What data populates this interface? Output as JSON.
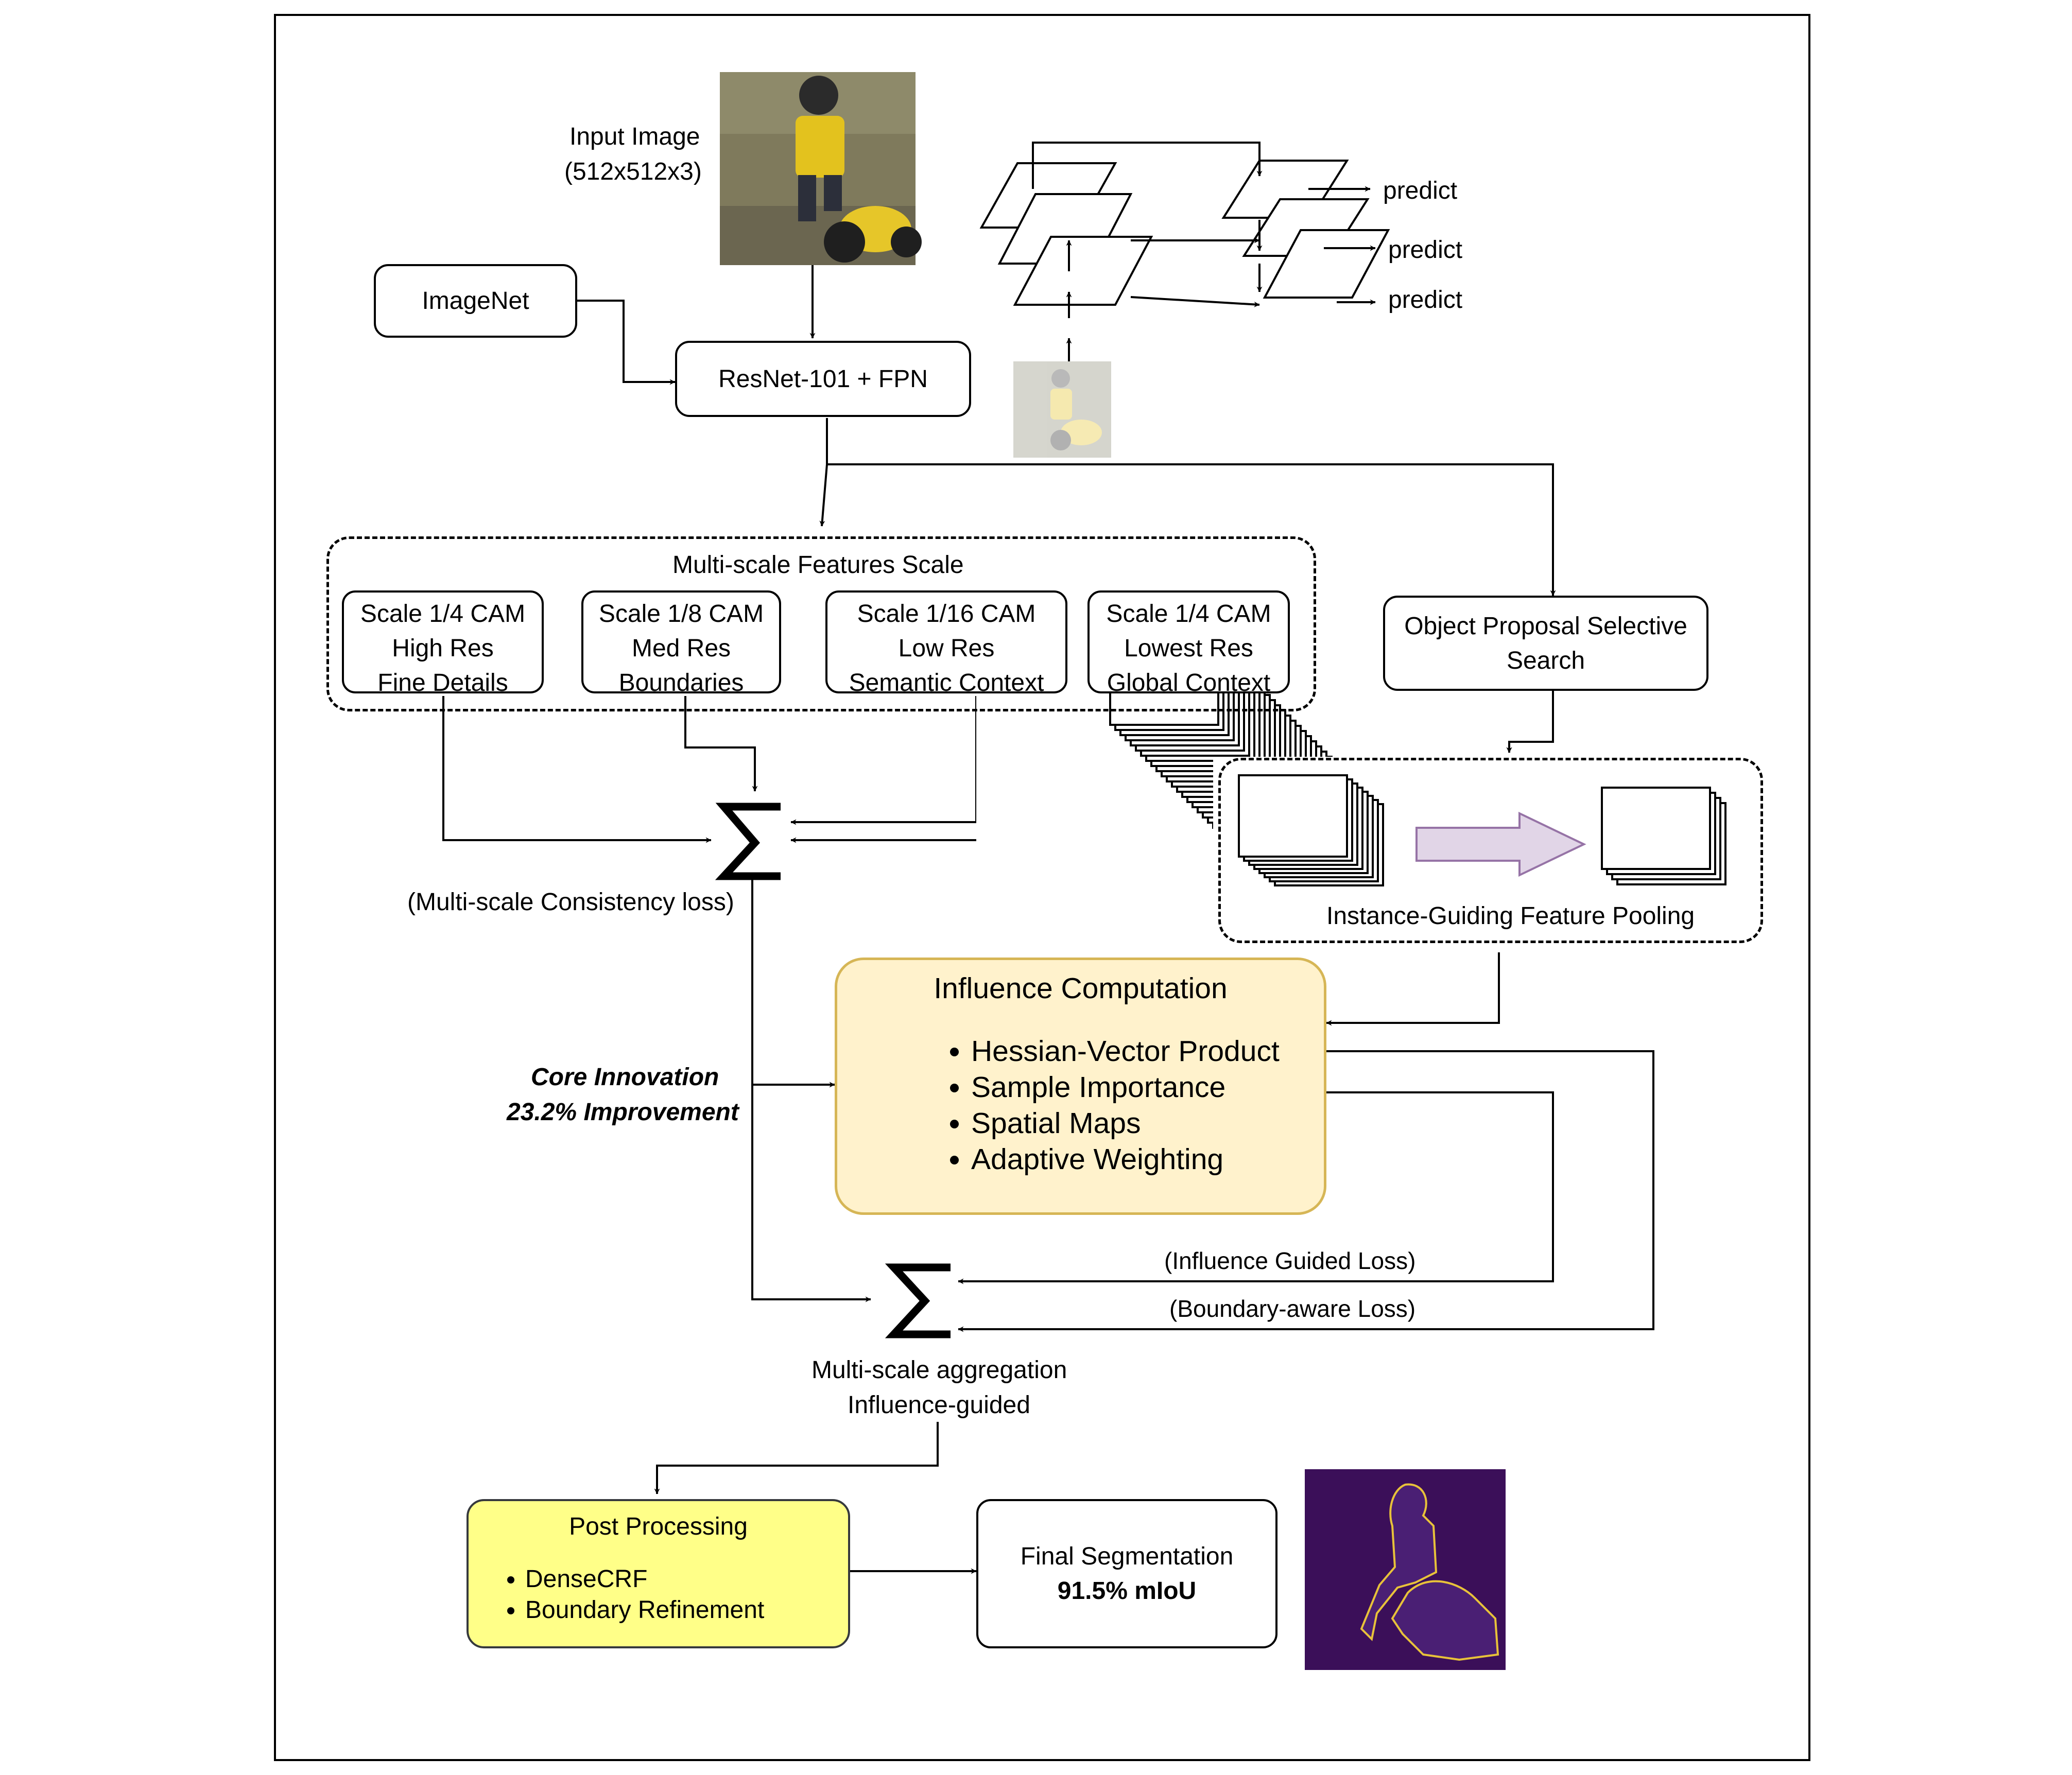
{
  "input": {
    "title": "Input Image",
    "dims": "(512x512x3)"
  },
  "imagenet": {
    "label": "ImageNet"
  },
  "backbone": {
    "label": "ResNet-101 + FPN"
  },
  "fpn": {
    "predict_labels": [
      "predict",
      "predict",
      "predict"
    ]
  },
  "multiscale": {
    "title": "Multi-scale Features Scale",
    "scales": [
      {
        "line1": "Scale 1/4 CAM",
        "line2": "High Res",
        "line3": "Fine Details"
      },
      {
        "line1": "Scale 1/8 CAM",
        "line2": "Med Res",
        "line3": "Boundaries"
      },
      {
        "line1": "Scale 1/16 CAM",
        "line2": "Low Res",
        "line3": "Semantic Context"
      },
      {
        "line1": "Scale 1/4 CAM",
        "line2": "Lowest Res",
        "line3": "Global Context"
      }
    ]
  },
  "proposal": {
    "line1": "Object Proposal Selective",
    "line2": "Search"
  },
  "pooling": {
    "label": "Instance-Guiding Feature Pooling"
  },
  "consistency": {
    "label": "(Multi-scale Consistency loss)"
  },
  "innovation": {
    "line1": "Core Innovation",
    "line2": "23.2% Improvement"
  },
  "influence": {
    "title": "Influence Computation",
    "items": [
      "Hessian-Vector Product",
      "Sample Importance",
      "Spatial Maps",
      "Adaptive Weighting"
    ]
  },
  "losses": {
    "influence_guided": "(Influence Guided Loss)",
    "boundary_aware": "(Boundary-aware Loss)"
  },
  "aggregation": {
    "line1": "Multi-scale aggregation",
    "line2": "Influence-guided"
  },
  "postprocessing": {
    "title": "Post Processing",
    "items": [
      "DenseCRF",
      "Boundary Refinement"
    ]
  },
  "final": {
    "line1": "Final Segmentation",
    "line2": "91.5% mIoU"
  },
  "colors": {
    "influence_fill": "#fff2cc",
    "influence_border": "#d6b656",
    "post_fill": "#ffff88",
    "post_border": "#36393d",
    "arrow_fill": "#e1d5e7",
    "arrow_border": "#9673a6",
    "seg_bg": "#3b0f59",
    "seg_outline": "#e8c23a"
  }
}
